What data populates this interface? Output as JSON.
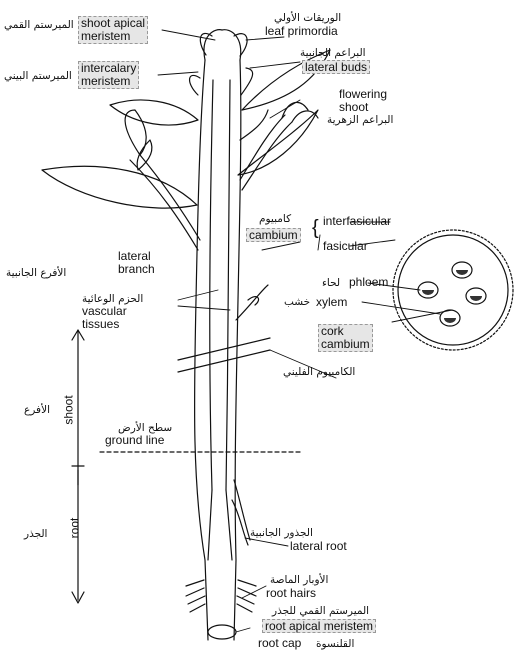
{
  "labels": {
    "shoot_apical_meristem": "shoot apical\nmeristem",
    "shoot_apical_meristem_ar": "الميرستم القمي",
    "leaf_primordia": "leaf primordia",
    "leaf_primordia_ar": "الوريقات الأولي",
    "intercalary_meristem": "intercalary\nmeristem",
    "intercalary_meristem_ar": "الميرستم البيني",
    "lateral_buds": "lateral buds",
    "lateral_buds_ar": "البراعم الجانبية",
    "flowering_shoot": "flowering\nshoot",
    "flowering_shoot_ar": "البراعم الزهرية",
    "cambium": "cambium",
    "cambium_ar": "كامبيوم",
    "interfasicular": "interfasicular",
    "fasicular": "fasicular",
    "lateral_branch": "lateral\nbranch",
    "lateral_branch_ar": "الأفرع الجانبية",
    "phloem": "phloem",
    "phloem_ar": "لحاء",
    "xylem": "xylem",
    "xylem_ar": "خشب",
    "vascular_tissues": "vascular\ntissues",
    "vascular_tissues_ar": "الحزم الوعائية",
    "cork_cambium": "cork\ncambium",
    "cork_cambium_ar": "الكامبيوم الفليني",
    "shoot": "shoot",
    "shoot_ar": "الأفرع",
    "ground_line": "ground line",
    "ground_line_ar": "سطح الأرض",
    "root": "root",
    "root_ar": "الجذر",
    "lateral_root": "lateral root",
    "lateral_root_ar": "الجذور الجانبية",
    "root_hairs": "root hairs",
    "root_hairs_ar": "الأوبار الماصة",
    "root_apical_meristem": "root apical meristem",
    "root_apical_meristem_ar": "الميرستم القمي للجذر",
    "root_cap": "root cap",
    "root_cap_ar": "القلنسوة"
  }
}
